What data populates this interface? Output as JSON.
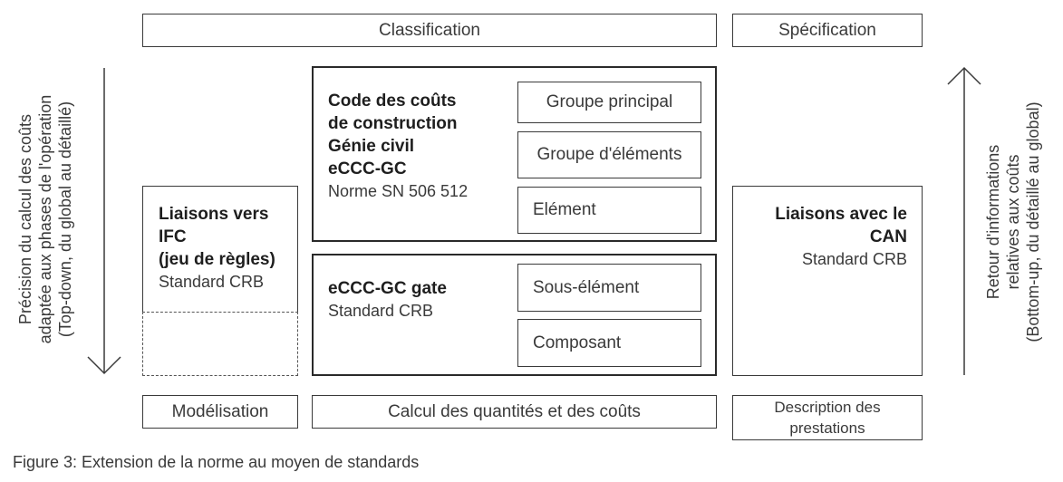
{
  "top": {
    "classification": "Classification",
    "specification": "Spécification"
  },
  "left_block": {
    "title_lines": [
      "Liaisons vers",
      "IFC",
      "(jeu de règles)"
    ],
    "subtitle": "Standard CRB"
  },
  "main_block": {
    "title_lines": [
      "Code des coûts",
      "de construction",
      "Génie civil",
      "eCCC-GC"
    ],
    "subtitle": "Norme SN 506 512",
    "items": [
      "Groupe principal",
      "Groupe d'éléments",
      "Elément"
    ]
  },
  "gate_block": {
    "title": "eCCC-GC gate",
    "subtitle": "Standard CRB",
    "items": [
      "Sous-élément",
      "Composant"
    ]
  },
  "right_block": {
    "title_lines": [
      "Liaisons avec le",
      "CAN"
    ],
    "subtitle": "Standard CRB"
  },
  "bottom": {
    "modelisation": "Modélisation",
    "calcul": "Calcul des quantités et des coûts",
    "description_lines": [
      "Description des",
      "prestations"
    ]
  },
  "left_axis": {
    "lines": [
      "Précision du calcul des coûts",
      "adaptée aux phases de l'opération",
      "(Top-down, du global au détaillé)"
    ]
  },
  "right_axis": {
    "lines": [
      "Retour d'informations",
      "relatives aux coûts",
      "(Bottom-up, du détaillé au global)"
    ]
  },
  "caption": "Figure 3: Extension de la norme au moyen de standards"
}
